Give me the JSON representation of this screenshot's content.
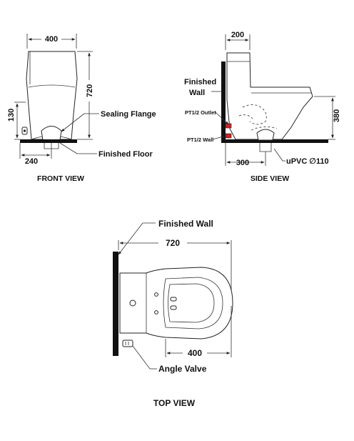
{
  "front_view": {
    "title": "FRONT VIEW",
    "width_dim": "400",
    "height_dim": "720",
    "offset_dim": "130",
    "bottom_dim": "240",
    "sealing_flange": "Sealing Flange",
    "finished_floor": "Finished Floor"
  },
  "side_view": {
    "title": "SIDE VIEW",
    "top_dim": "200",
    "height_dim": "380",
    "bottom_dim": "300",
    "finished_wall_1": "Finished",
    "finished_wall_2": "Wall",
    "outlet": "PT1/2 Outlet",
    "wall": "PT1/2 Wall",
    "upvc": "uPVC ∅110"
  },
  "top_view": {
    "title": "TOP VIEW",
    "finished_wall": "Finished Wall",
    "length_dim": "720",
    "lower_dim": "400",
    "angle_valve": "Angle Valve"
  }
}
